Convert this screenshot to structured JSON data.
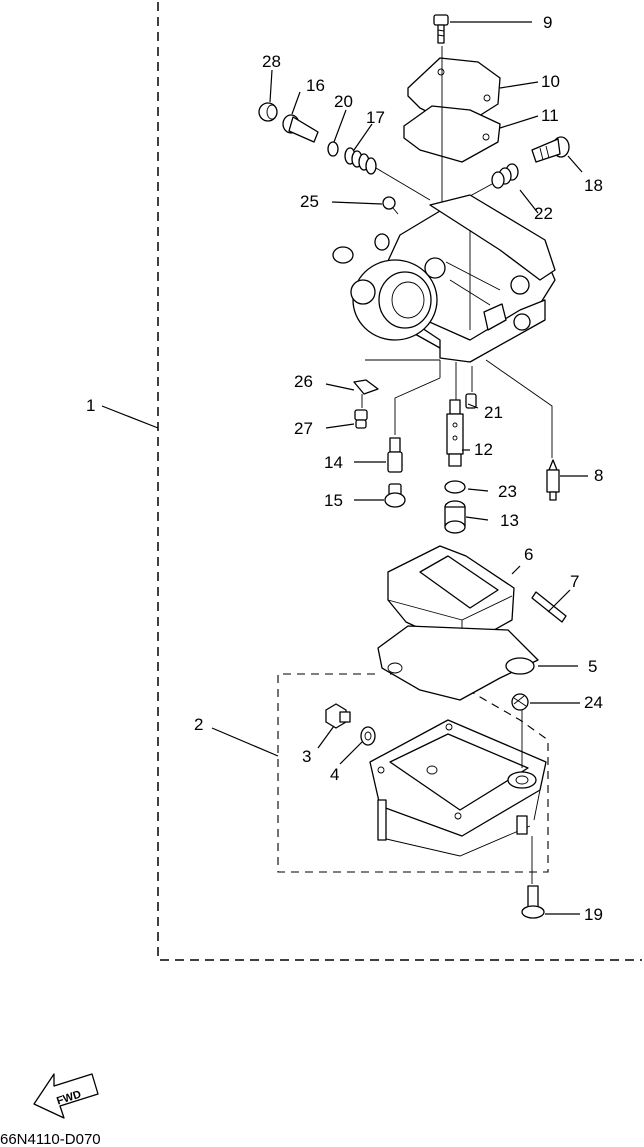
{
  "callouts": {
    "c1": "1",
    "c2": "2",
    "c3": "3",
    "c4": "4",
    "c5": "5",
    "c6": "6",
    "c7": "7",
    "c8": "8",
    "c9": "9",
    "c10": "10",
    "c11": "11",
    "c12": "12",
    "c13": "13",
    "c14": "14",
    "c15": "15",
    "c16": "16",
    "c17": "17",
    "c18": "18",
    "c19": "19",
    "c20": "20",
    "c21": "21",
    "c22": "22",
    "c23": "23",
    "c24": "24",
    "c25": "25",
    "c26": "26",
    "c27": "27",
    "c28": "28"
  },
  "fwd_label": "FWD",
  "drawing_code": "66N4110-D070"
}
